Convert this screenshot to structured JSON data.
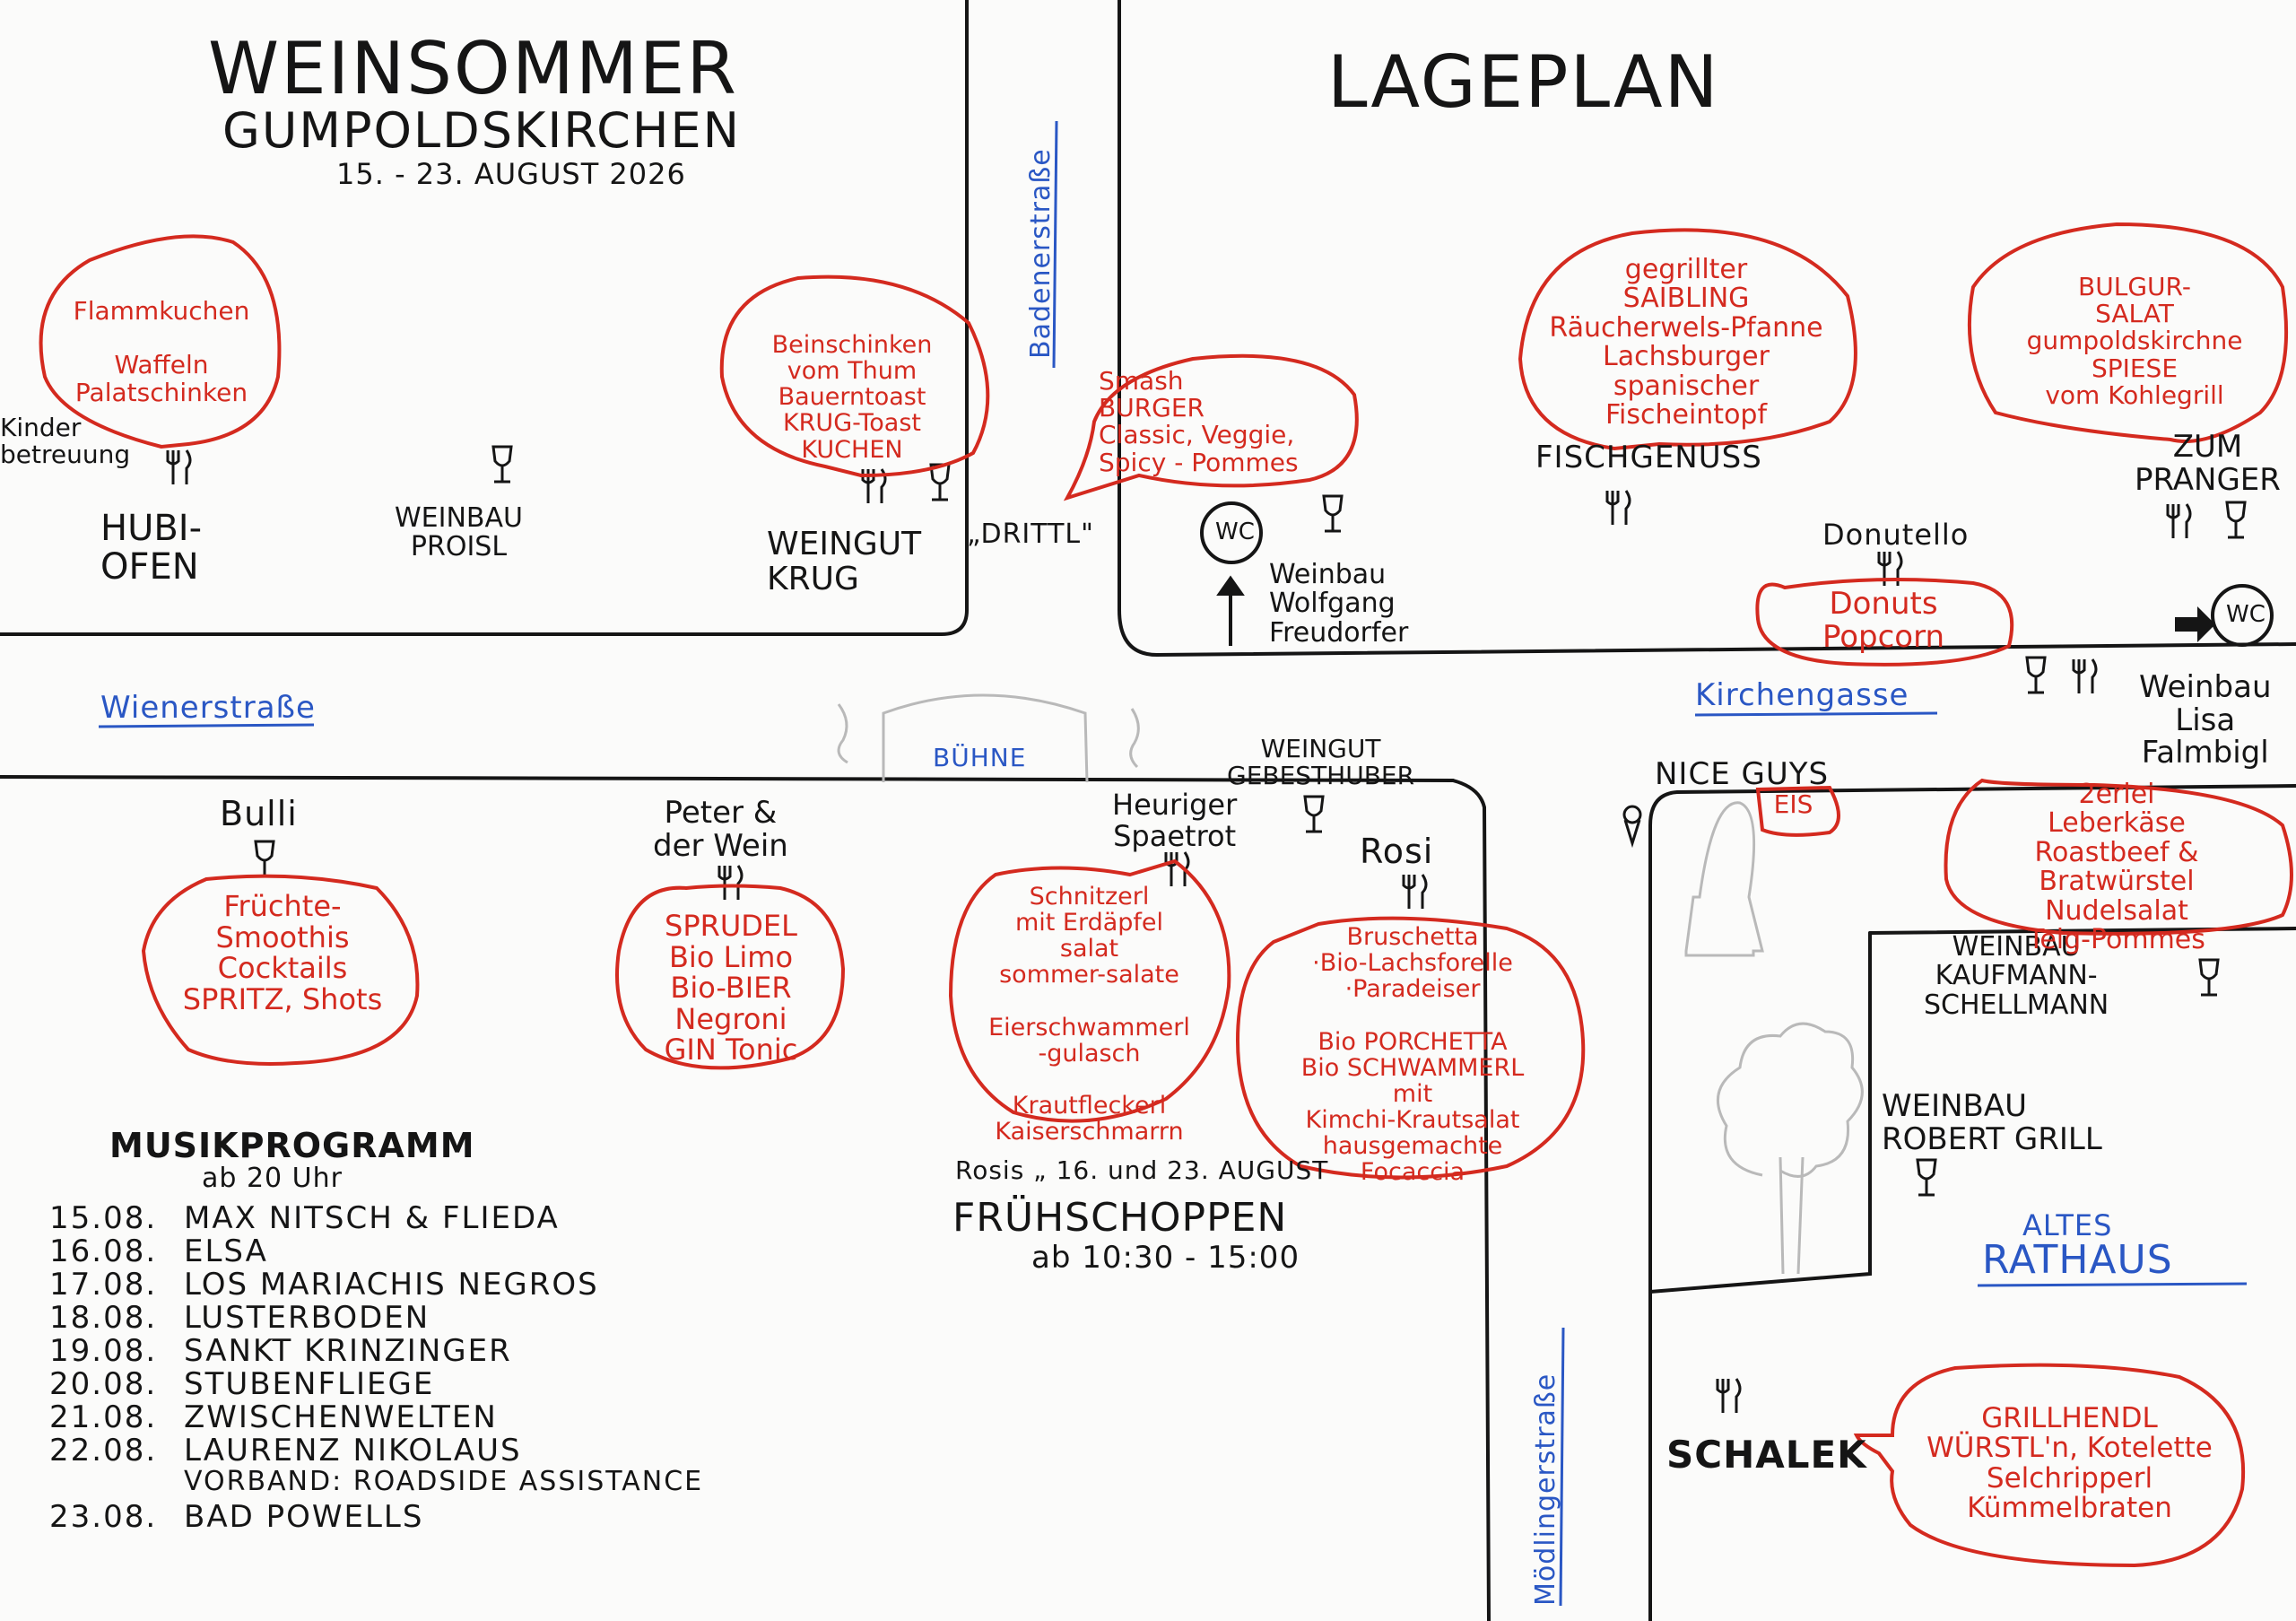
{
  "header": {
    "title": "WEINSOMMER",
    "subtitle": "GUMPOLDSKIRCHEN",
    "dates": "15. - 23. AUGUST 2026",
    "map_title": "LAGEPLAN"
  },
  "streets": {
    "wiener": "Wienerstraße",
    "badener": "Badenerstraße",
    "kirchengasse": "Kirchengasse",
    "moedlinger": "Mödlingerstraße",
    "buehne": "BÜHNE",
    "altes": "ALTES",
    "rathaus": "RATHAUS"
  },
  "icons": {
    "wc": "WC"
  },
  "stands": {
    "kinder": "Kinder\nbetreuung",
    "hubi": "HUBI-\nOFEN",
    "proisl": "WEINBAU\nPROISL",
    "krug": "WEINGUT\nKRUG",
    "dritt": "„DRITTL\"",
    "freudorfer": "Weinbau\nWolfgang\nFreudorfer",
    "fischgenuss": "FISCHGENUSS",
    "donutello": "Donutello",
    "pranger": "ZUM\nPRANGER",
    "falmbigl": "Weinbau\nLisa\nFalmbigl",
    "bulli": "Bulli",
    "peter": "Peter &\nder Wein",
    "gebesthuber": "WEINGUT\nGEBESTHUBER",
    "spaetrot": "Heuriger\nSpaetrot",
    "rosi": "Rosi",
    "niceguys": "NICE GUYS",
    "kaufmann": "WEINBAU\nKAUFMANN-\nSCHELLMANN",
    "grill": "WEINBAU\nROBERT GRILL",
    "schalek": "SCHALEK"
  },
  "bubbles": {
    "hubi": "Flammkuchen\n\nWaffeln\nPalatschinken",
    "krug": "Beinschinken\nvom Thum\nBauerntoast\nKRUG-Toast\nKUCHEN",
    "burger": "Smash\nBURGER\nClassic, Veggie,\nSpicy - Pommes",
    "fisch": "gegrillter\nSAIBLING\nRäucherwels-Pfanne\nLachsburger\nspanischer\nFischeintopf",
    "pranger": "BULGUR-\nSALAT\ngumpoldskirchne\nSPIESE\nvom Kohlegrill",
    "donuts": "Donuts\nPopcorn",
    "leberkaese": "2erlei\nLeberkäse\nRoastbeef &\nBratwürstel\nNudelsalat\nTeig-Pommes",
    "eis": "EIS",
    "bulli": "Früchte-\nSmoothis\nCocktails\nSPRITZ, Shots",
    "peter": "SPRUDEL\nBio Limo\nBio-BIER\nNegroni\nGIN Tonic",
    "spaetrot": "Schnitzerl\nmit Erdäpfel\nsalat\nsommer-salate\n\nEierschwammerl\n-gulasch\n\nKrautfleckerl\nKaiserschmarrn",
    "rosi": "Bruschetta\n·Bio-Lachsforelle\n·Paradeiser\n\nBio PORCHETTA\nBio SCHWAMMERL\nmit\nKimchi-Krautsalat\nhausgemachte\nFocaccia",
    "schalek": "GRILLHENDL\nWÜRSTL'n, Kotelette\nSelchripperl\nKümmelbraten"
  },
  "fruehschoppen": {
    "line1": "Rosis „ 16. und 23. AUGUST",
    "line2": "FRÜHSCHOPPEN",
    "line3": "ab 10:30 - 15:00"
  },
  "musik": {
    "title": "MUSIKPROGRAMM",
    "subtitle": "ab 20 Uhr",
    "rows": [
      {
        "date": "15.08.",
        "act": "MAX NITSCH & FLIEDA"
      },
      {
        "date": "16.08.",
        "act": "ELSA"
      },
      {
        "date": "17.08.",
        "act": "LOS MARIACHIS NEGROS"
      },
      {
        "date": "18.08.",
        "act": "LUSTERBODEN"
      },
      {
        "date": "19.08.",
        "act": "SANKT KRINZINGER"
      },
      {
        "date": "20.08.",
        "act": "STUBENFLIEGE"
      },
      {
        "date": "21.08.",
        "act": "ZWISCHENWELTEN"
      },
      {
        "date": "22.08.",
        "act": "LAURENZ NIKOLAUS"
      },
      {
        "date": "",
        "act": "VORBAND: ROADSIDE ASSISTANCE"
      },
      {
        "date": "23.08.",
        "act": "BAD POWELLS"
      }
    ]
  },
  "colors": {
    "ink": "#151515",
    "red": "#d42a1f",
    "blue": "#2a57c4",
    "pencil": "#b9b9b9",
    "paper": "#fbfbfa"
  }
}
